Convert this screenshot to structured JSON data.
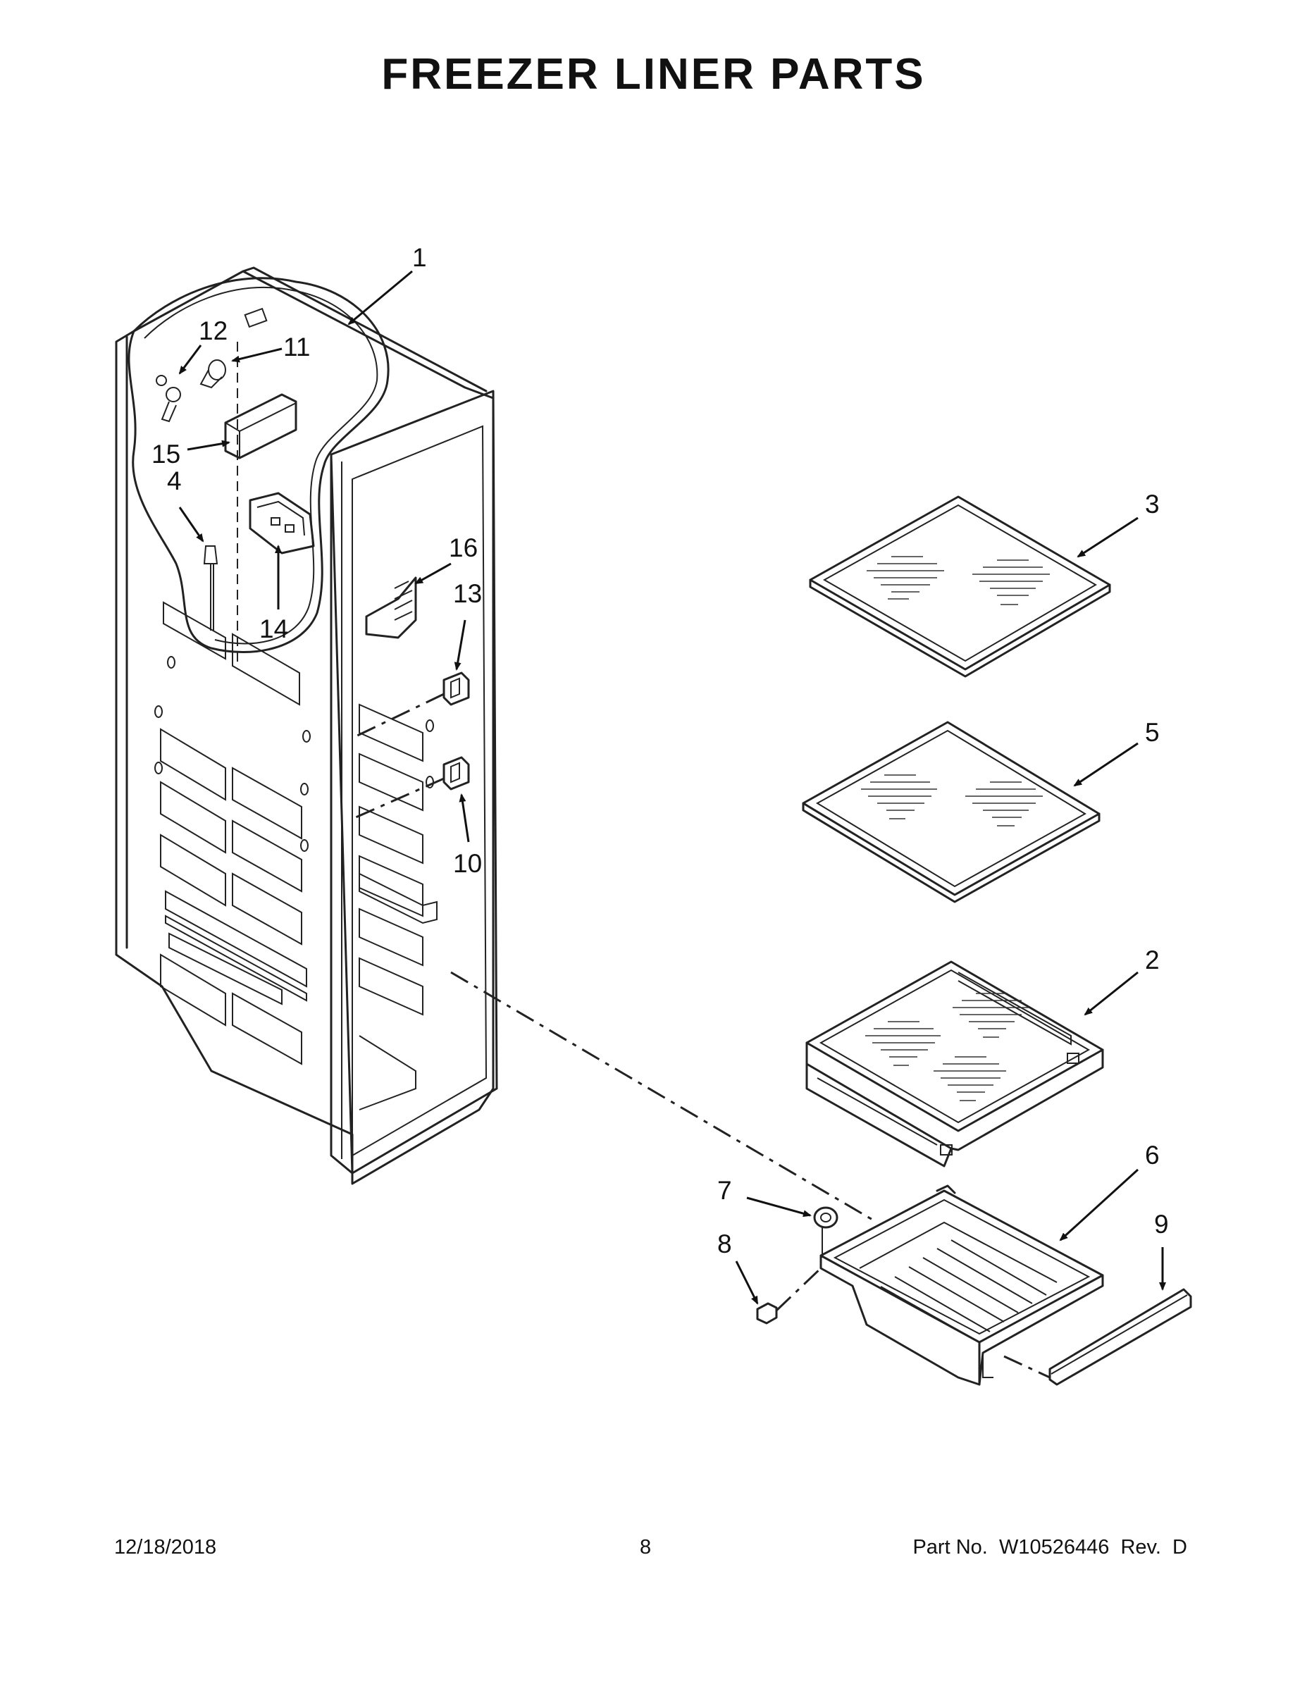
{
  "page": {
    "title": "FREEZER LINER PARTS",
    "footer": {
      "date": "12/18/2018",
      "page_number": "8",
      "part_number": "Part No.  W10526446  Rev.  D"
    }
  },
  "callouts": {
    "c1": "1",
    "c2": "2",
    "c3": "3",
    "c4": "4",
    "c5": "5",
    "c6": "6",
    "c7": "7",
    "c8": "8",
    "c9": "9",
    "c10": "10",
    "c11": "11",
    "c12": "12",
    "c13": "13",
    "c14": "14",
    "c15": "15",
    "c16": "16"
  },
  "colors": {
    "ink": "#111111",
    "paper": "#ffffff"
  }
}
